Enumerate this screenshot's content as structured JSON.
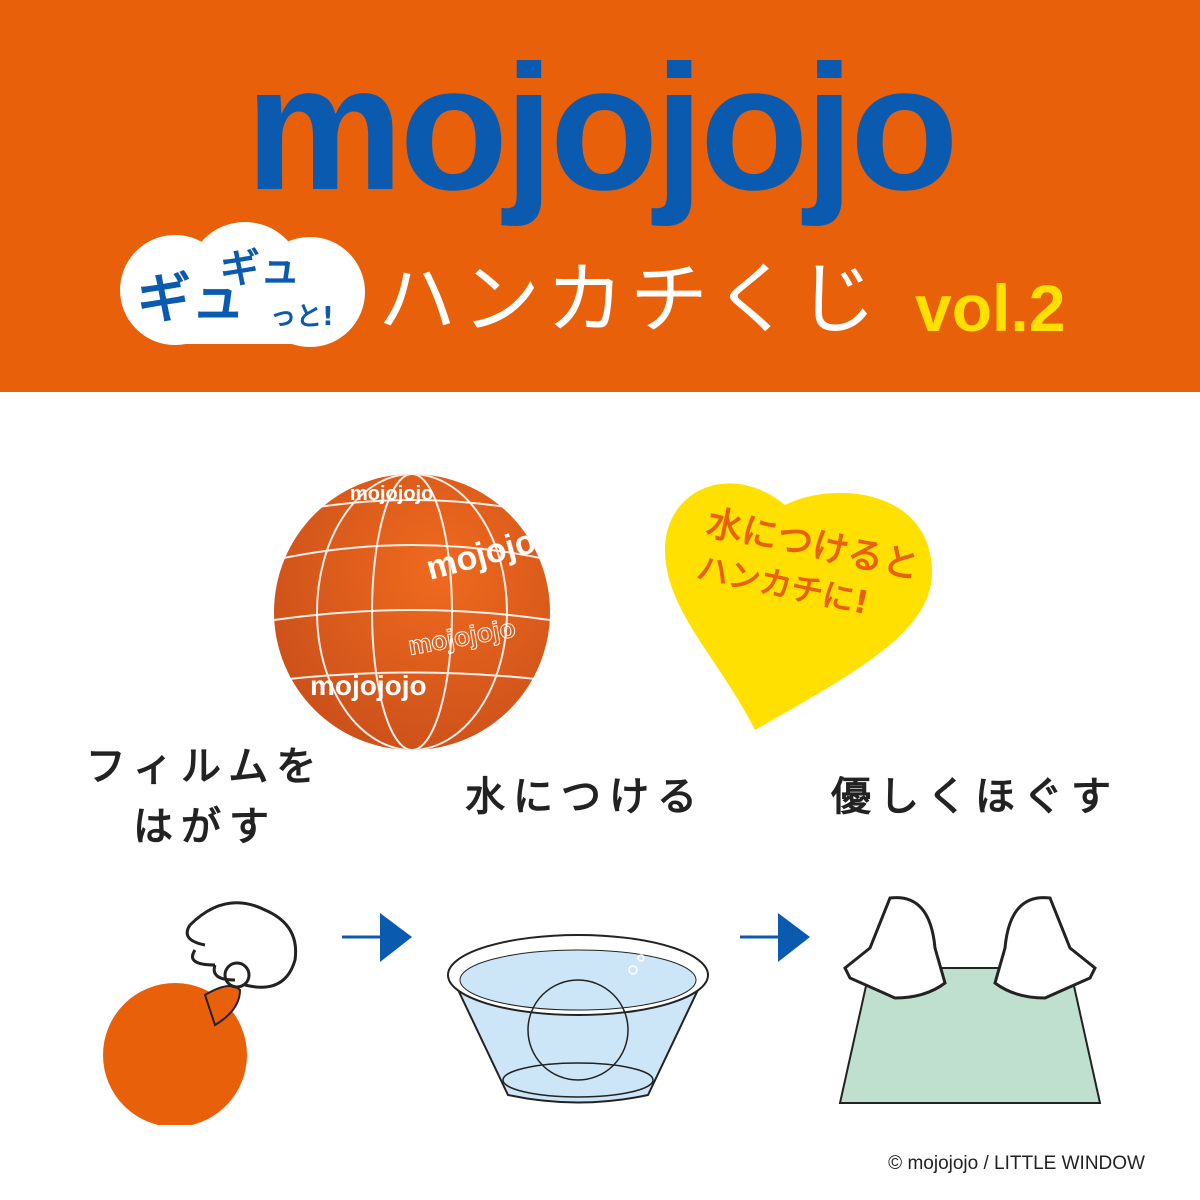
{
  "header": {
    "brand": "mojojojo",
    "badge_line1": "ギュ",
    "badge_line2": "ギュ",
    "badge_line3": "っと!",
    "subtitle": "ハンカチくじ",
    "vol": "vol.2"
  },
  "ball_print": "mojojojo",
  "heart": {
    "line1": "水につけると",
    "line2": "ハンカチに!"
  },
  "steps": [
    {
      "line1": "フィルムを",
      "line2": "はがす"
    },
    {
      "label": "水につける"
    },
    {
      "label": "優しくほぐす"
    }
  ],
  "colors": {
    "orange": "#E8600A",
    "blue": "#0A5BB0",
    "yellow": "#FFE000",
    "water": "#CDE6F7",
    "towel": "#BFE0CF"
  },
  "copyright": "© mojojojo / LITTLE WINDOW"
}
